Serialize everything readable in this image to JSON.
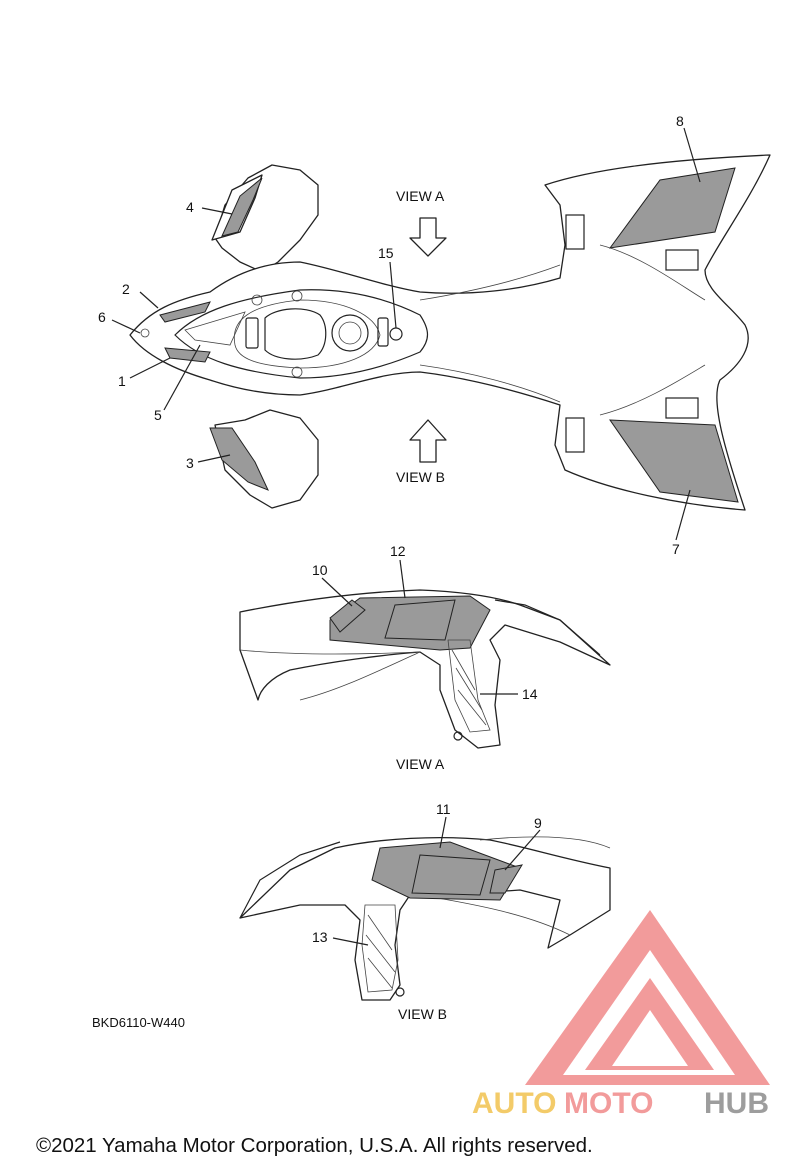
{
  "views": {
    "view_a": "VIEW A",
    "view_b": "VIEW B"
  },
  "callouts": [
    "1",
    "2",
    "3",
    "4",
    "5",
    "6",
    "7",
    "8",
    "9",
    "10",
    "11",
    "12",
    "13",
    "14",
    "15"
  ],
  "part_code": "BKD6110-W440",
  "watermark": {
    "part1": "AUTO",
    "part2": "MOTO",
    "part3": "HUB",
    "colors": {
      "auto": "#f2c24f",
      "moto": "#f08a8a",
      "hub": "#8c8c8c",
      "logo": "#f08a8a"
    }
  },
  "copyright": "©2021 Yamaha Motor Corporation, U.S.A. All rights reserved."
}
